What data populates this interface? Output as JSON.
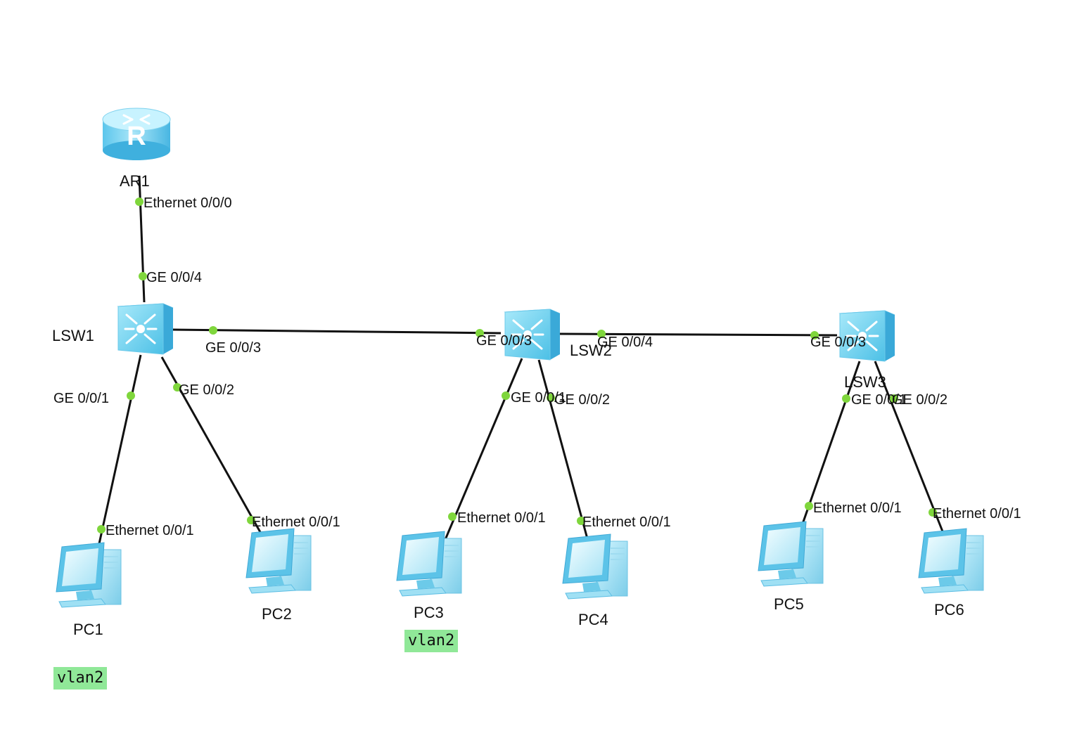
{
  "devices": {
    "ar1": "AR1",
    "lsw1": "LSW1",
    "lsw2": "LSW2",
    "lsw3": "LSW3",
    "pc1": "PC1",
    "pc2": "PC2",
    "pc3": "PC3",
    "pc4": "PC4",
    "pc5": "PC5",
    "pc6": "PC6"
  },
  "ports": {
    "ar1_lsw1": "Ethernet 0/0/0",
    "lsw1_ar1": "GE 0/0/4",
    "lsw1_lsw2": "GE 0/0/3",
    "lsw1_pc1": "GE 0/0/1",
    "lsw1_pc2": "GE 0/0/2",
    "lsw2_lsw1": "GE 0/0/3",
    "lsw2_lsw3": "GE 0/0/4",
    "lsw2_pc3": "GE 0/0/1",
    "lsw2_pc4": "GE 0/0/2",
    "lsw3_lsw2": "GE 0/0/3",
    "lsw3_pc5": "GE 0/0/1",
    "lsw3_pc6": "GE 0/0/2",
    "pc1": "Ethernet 0/0/1",
    "pc2": "Ethernet 0/0/1",
    "pc3": "Ethernet 0/0/1",
    "pc4": "Ethernet 0/0/1",
    "pc5": "Ethernet 0/0/1",
    "pc6": "Ethernet 0/0/1"
  },
  "tags": {
    "pc1_vlan": "vlan2",
    "pc3_vlan": "vlan2"
  },
  "colors": {
    "link": "#111111",
    "port_dot": "#7fd63c",
    "device_light": "#c9f2fb",
    "device_mid": "#86dbf2",
    "device_dark": "#38b4df",
    "tag_bg": "#90e898"
  }
}
